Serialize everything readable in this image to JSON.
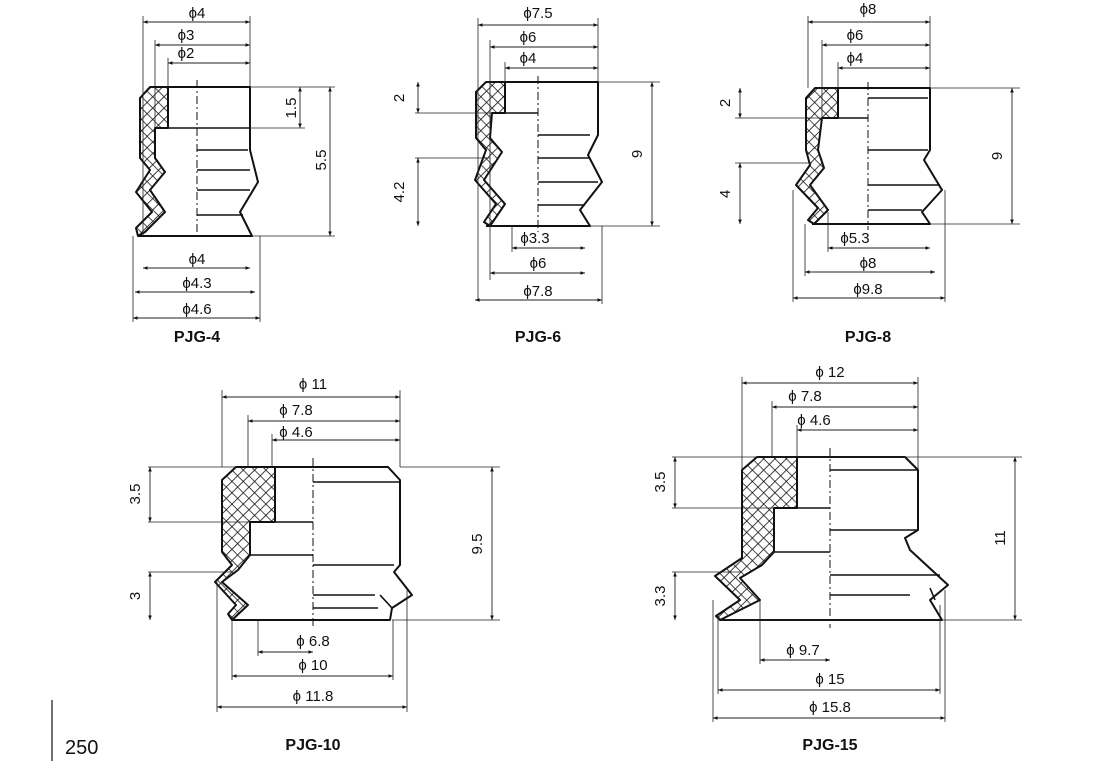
{
  "page_number": "250",
  "parts": [
    {
      "name": "PJG-4",
      "dims": [
        "ϕ4",
        "ϕ3",
        "ϕ2",
        "1.5",
        "5.5",
        "ϕ4",
        "ϕ4.3",
        "ϕ4.6"
      ]
    },
    {
      "name": "PJG-6",
      "dims": [
        "ϕ7.5",
        "ϕ6",
        "ϕ4",
        "2",
        "4.2",
        "9",
        "ϕ3.3",
        "ϕ6",
        "ϕ7.8"
      ]
    },
    {
      "name": "PJG-8",
      "dims": [
        "ϕ8",
        "ϕ6",
        "ϕ4",
        "2",
        "4",
        "9",
        "ϕ5.3",
        "ϕ8",
        "ϕ9.8"
      ]
    },
    {
      "name": "PJG-10",
      "dims": [
        "ϕ 11",
        "ϕ 7.8",
        "ϕ 4.6",
        "3.5",
        "3",
        "9.5",
        "ϕ 6.8",
        "ϕ 10",
        "ϕ 11.8"
      ]
    },
    {
      "name": "PJG-15",
      "dims": [
        "ϕ 12",
        "ϕ 7.8",
        "ϕ 4.6",
        "3.5",
        "3.3",
        "11",
        "ϕ 9.7",
        "ϕ 15",
        "ϕ 15.8"
      ]
    }
  ]
}
